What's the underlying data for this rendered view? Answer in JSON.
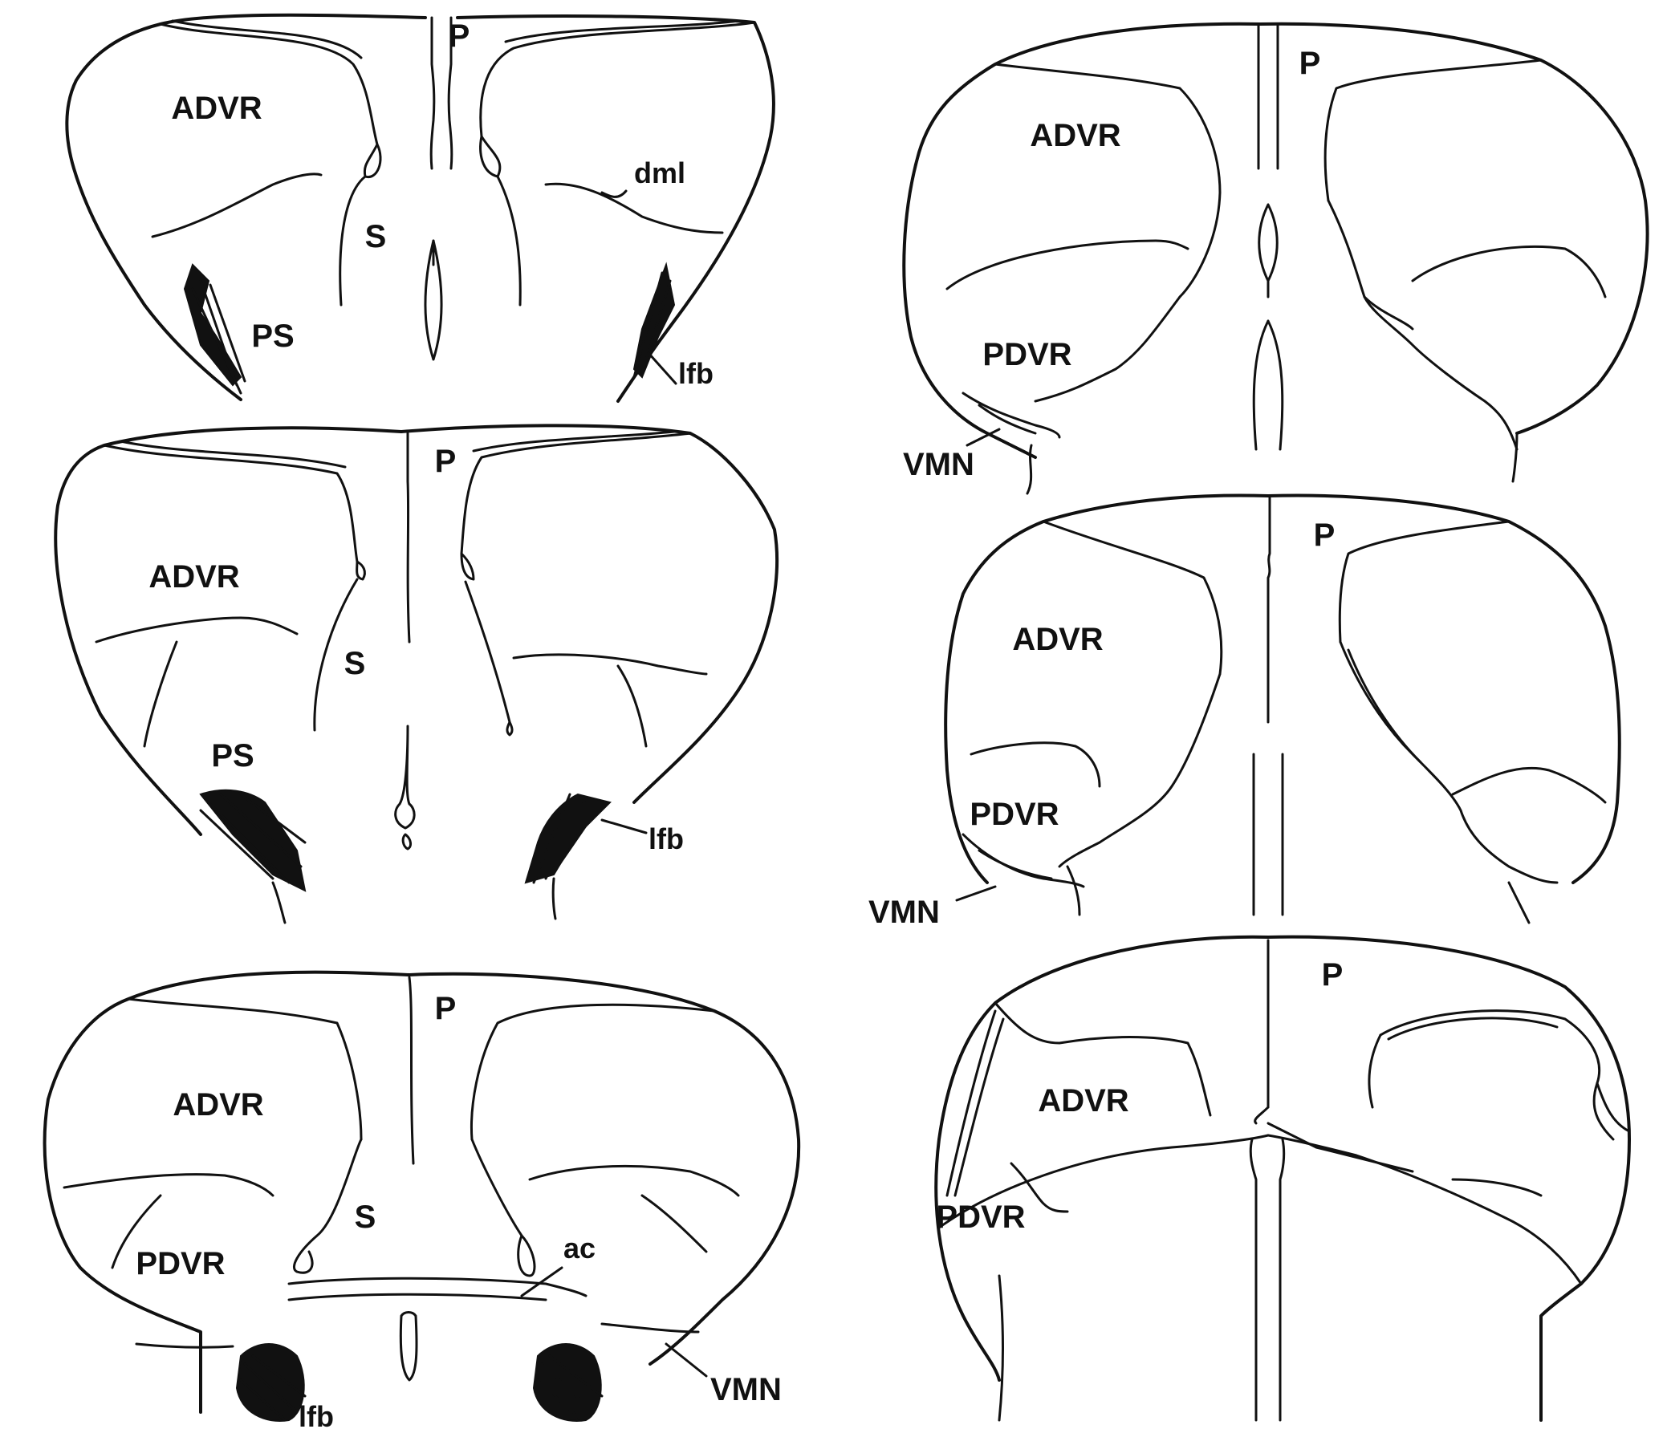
{
  "labels": {
    "p": "P",
    "advr": "ADVR",
    "pdvr": "PDVR",
    "s": "S",
    "ps": "PS",
    "dml": "dml",
    "lfb": "lfb",
    "vmn": "VMN",
    "ac": "ac"
  }
}
